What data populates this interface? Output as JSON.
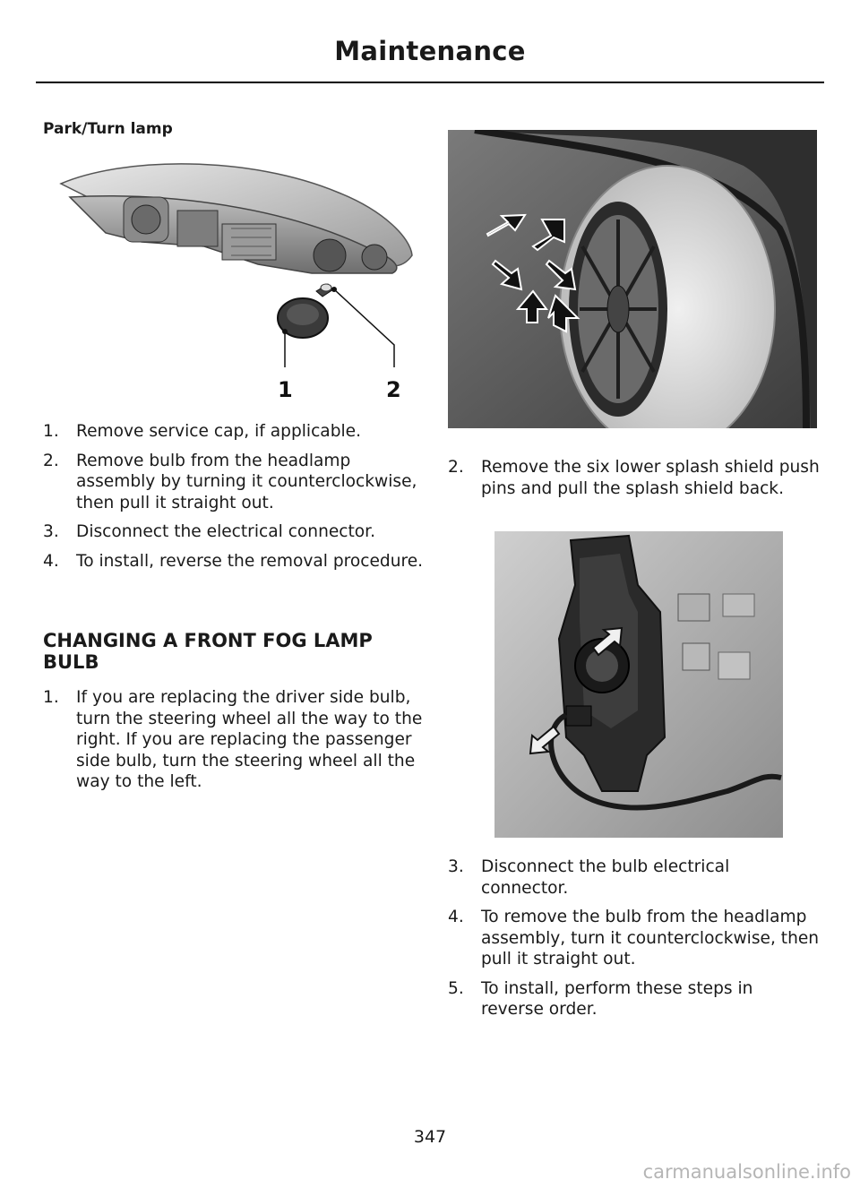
{
  "header": {
    "title": "Maintenance"
  },
  "park_turn": {
    "heading": "Park/Turn lamp",
    "callouts": [
      "1",
      "2"
    ],
    "steps": [
      {
        "num": "1.",
        "text": "Remove service cap, if applicable."
      },
      {
        "num": "2.",
        "text": "Remove bulb from the headlamp assembly by turning it counterclockwise, then pull it straight out."
      },
      {
        "num": "3.",
        "text": "Disconnect the electrical connector."
      },
      {
        "num": "4.",
        "text": "To install, reverse the removal procedure."
      }
    ]
  },
  "fog_lamp": {
    "heading": "CHANGING A FRONT FOG LAMP BULB",
    "step1": {
      "num": "1.",
      "text": "If you are replacing the driver side bulb, turn the steering wheel all the way to the right. If you are replacing the passenger side bulb, turn the steering wheel all the way to the left."
    },
    "step2": {
      "num": "2.",
      "text": "Remove the six lower splash shield push pins and pull the splash shield back."
    },
    "steps_rest": [
      {
        "num": "3.",
        "text": "Disconnect the bulb electrical connector."
      },
      {
        "num": "4.",
        "text": "To remove the bulb from the headlamp assembly, turn it counterclockwise, then pull it straight out."
      },
      {
        "num": "5.",
        "text": "To install, perform these steps in reverse order."
      }
    ]
  },
  "footer": {
    "page_number": "347",
    "watermark": "carmanualsonline.info"
  }
}
